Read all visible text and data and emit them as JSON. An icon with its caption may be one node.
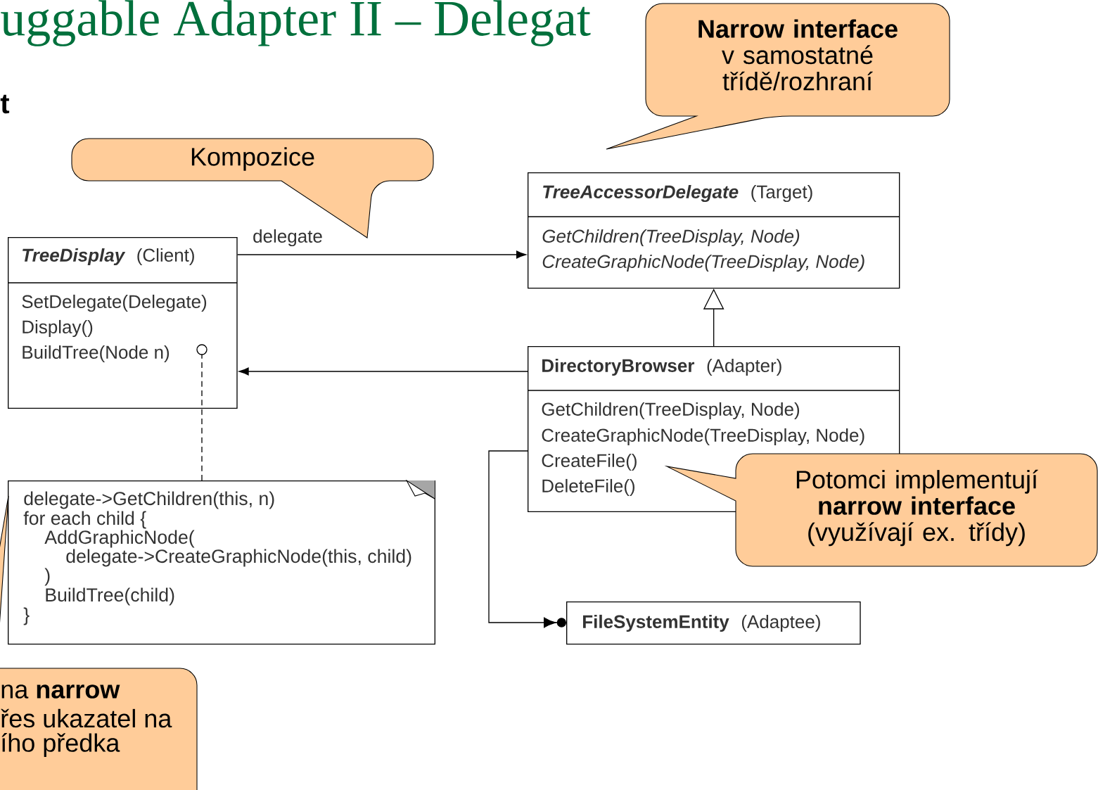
{
  "diagram": {
    "title": "uggable Adapter II – Delegat",
    "nodes": [
      {
        "text": [
          "TreeDisplay",
          "(Client)",
          "SetDelegate(Delegate)",
          "Display()",
          "BuildTree(Node n)"
        ]
      },
      {
        "text": [
          "TreeAccessorDelegate",
          "(Target)",
          "GetChildren(TreeDisplay, Node)",
          "CreateGraphicNode(TreeDisplay, Node)"
        ]
      },
      {
        "text": [
          "DirectoryBrowser",
          "(Adapter)",
          "GetChildren(TreeDisplay, Node)",
          "CreateGraphicNode(TreeDisplay, Node)",
          "CreateFile()",
          "DeleteFile()"
        ]
      },
      {
        "text": [
          "FileSystemEntity",
          "(Adaptee)"
        ]
      },
      {
        "text": [
          "delegate->GetChildren(this, n)",
          "for each child {",
          "AddGraphicNode(",
          "delegate->CreateGraphicNode(this, child)",
          ")",
          "BuildTree(child)",
          "}"
        ]
      },
      {
        "text": [
          "Kompozice"
        ]
      },
      {
        "text": [
          "**Narrow interface** v samostatné třídě/rozhraní"
        ]
      },
      {
        "text": [
          "Potomci implementují **narrow interface** (využívají ex. třídy)"
        ]
      },
      {
        "text": [
          "na **narrow**",
          "řes ukazatel na",
          "ího předka"
        ]
      }
    ],
    "edges": [
      {
        "from": 0,
        "to": 1,
        "arrow": "to",
        "label": "delegate"
      },
      {
        "from": 2,
        "to": 0,
        "arrow": "to"
      },
      {
        "from": 2,
        "to": 1,
        "arrow": "to"
      },
      {
        "from": 2,
        "to": 3,
        "arrow": "to"
      },
      {
        "from": 4,
        "to": 0,
        "arrow": "other",
        "style": "dashed"
      }
    ],
    "labels": [
      "t"
    ]
  }
}
